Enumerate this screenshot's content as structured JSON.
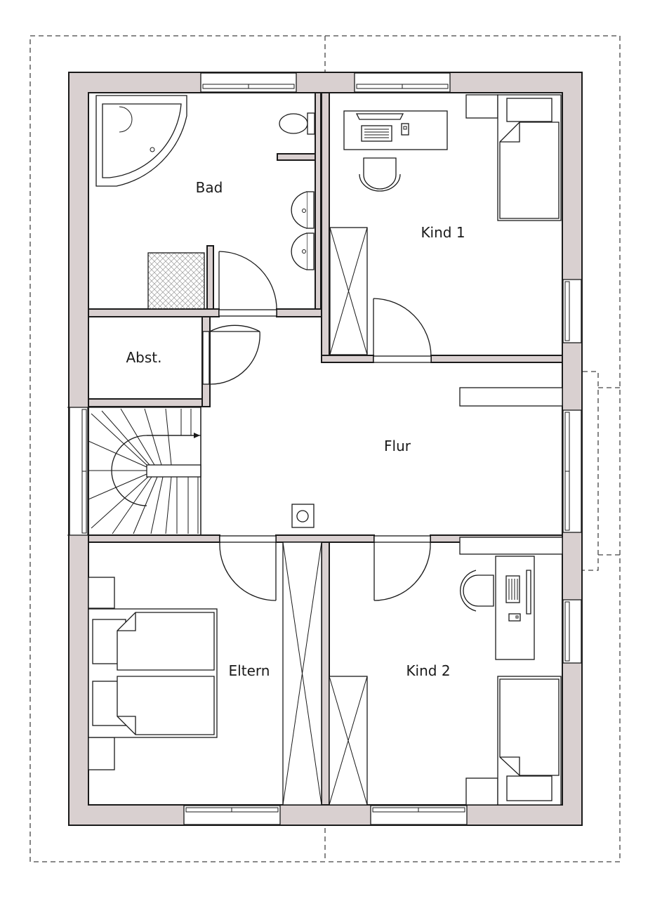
{
  "rooms": {
    "bad": "Bad",
    "kind1": "Kind 1",
    "abst": "Abst.",
    "flur": "Flur",
    "eltern": "Eltern",
    "kind2": "Kind 2"
  },
  "colors": {
    "wall": "#d9d0d0",
    "line": "#1a1a1a",
    "background": "#ffffff"
  }
}
